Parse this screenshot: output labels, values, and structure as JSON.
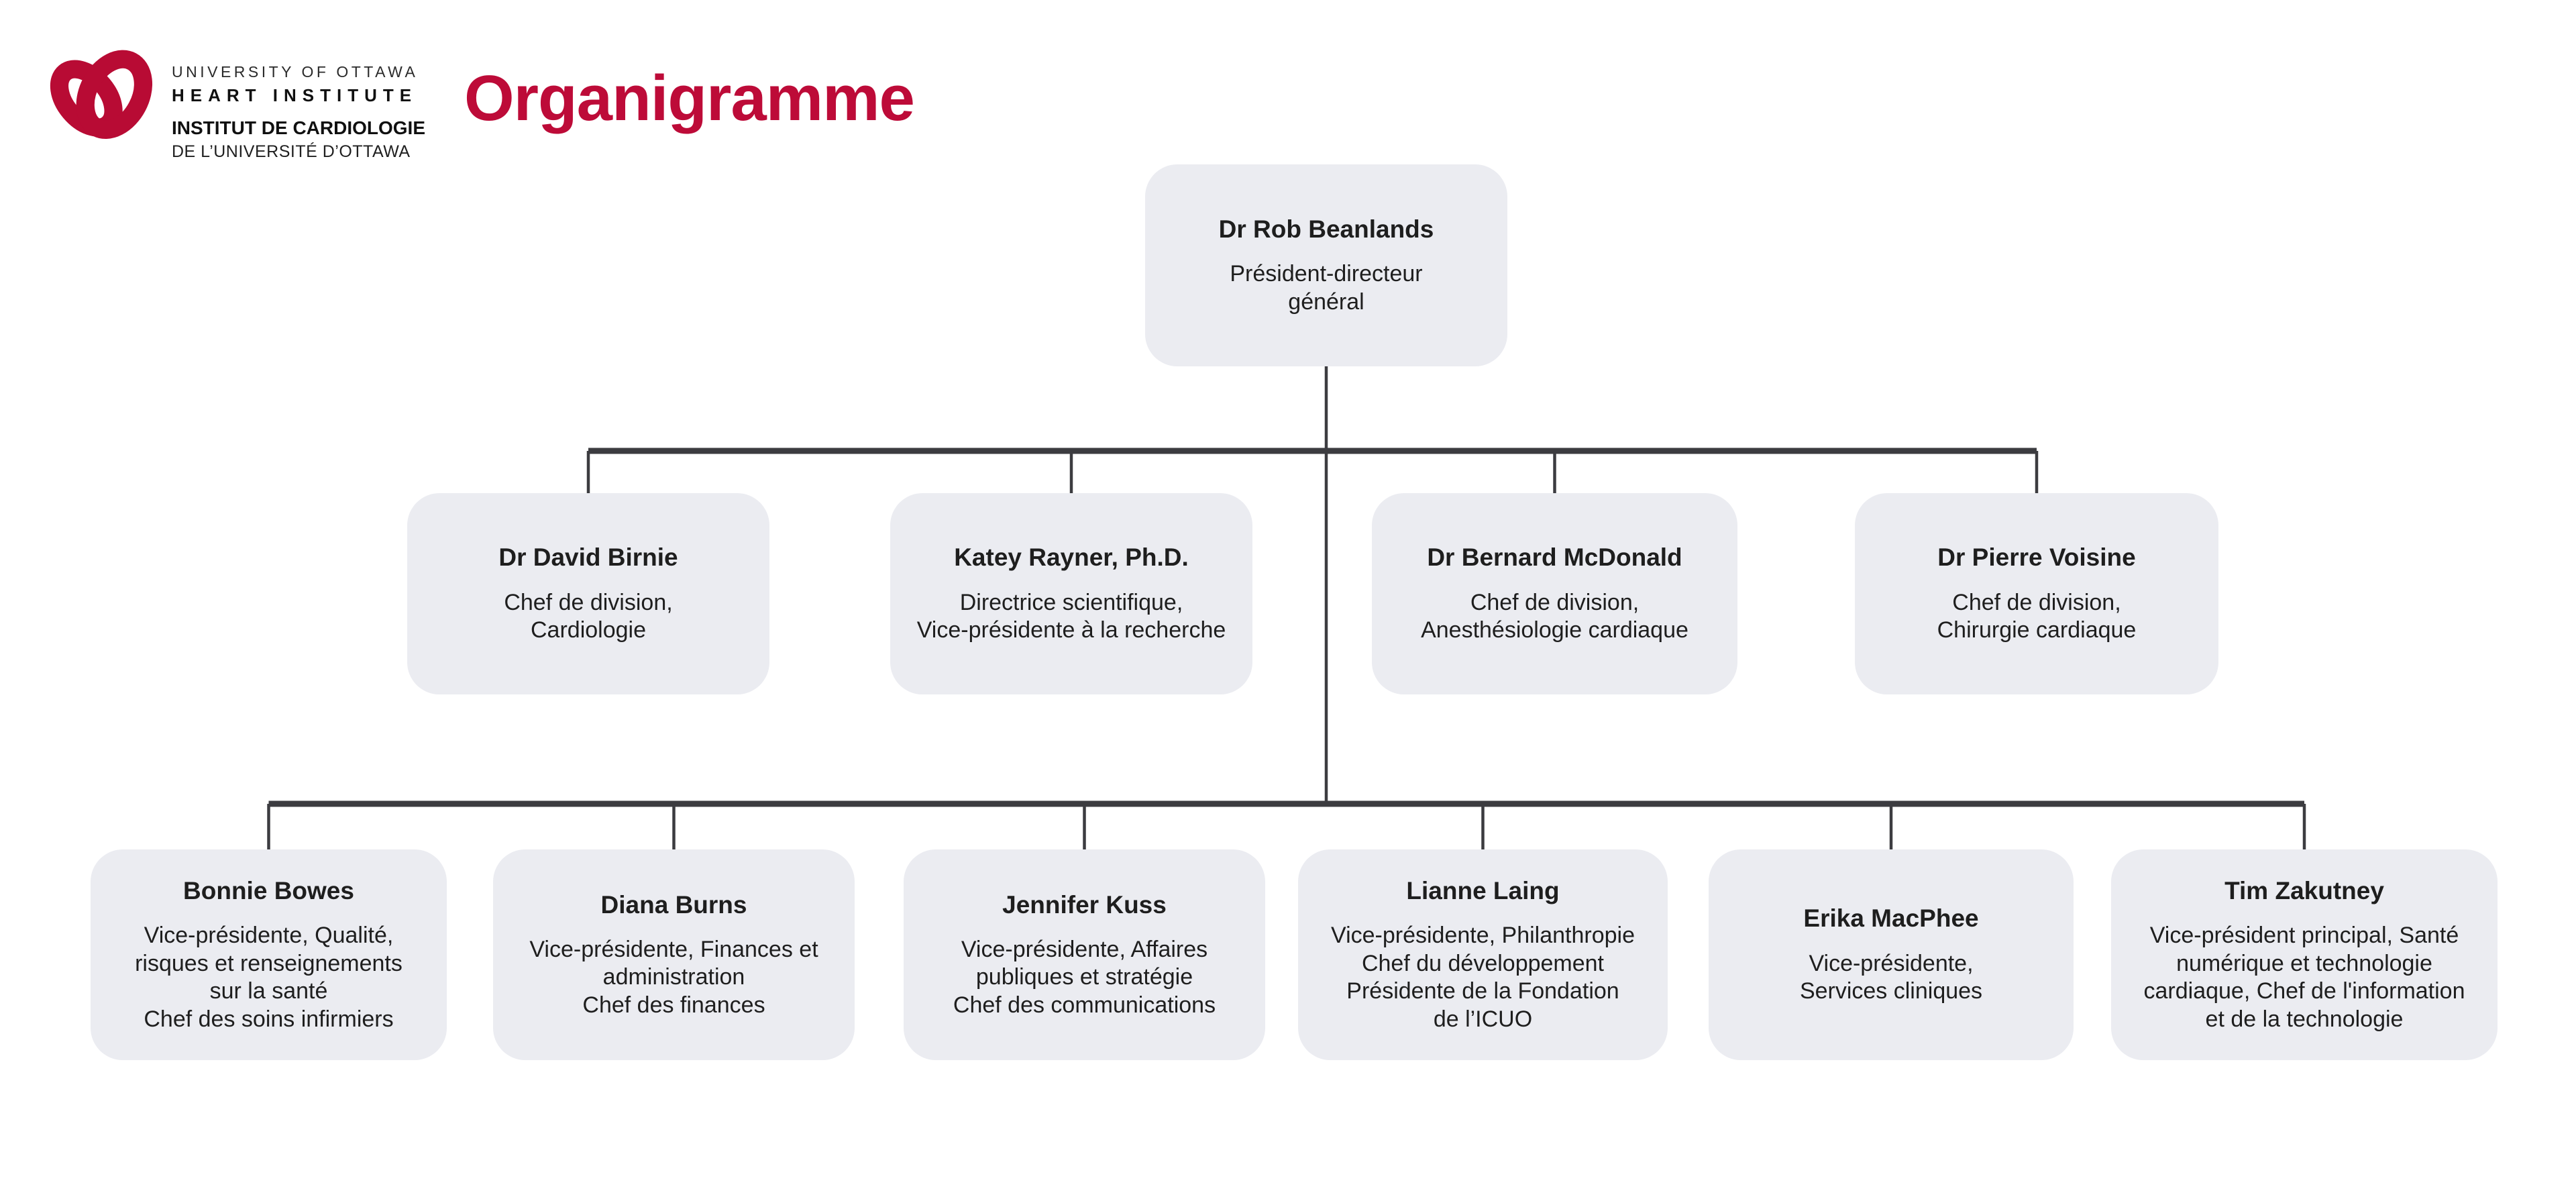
{
  "header": {
    "logo": {
      "line1": "UNIVERSITY OF OTTAWA",
      "line2": "HEART INSTITUTE",
      "line3": "INSTITUT DE CARDIOLOGIE",
      "line4": "DE L’UNIVERSITÉ D’OTTAWA"
    },
    "title": "Organigramme"
  },
  "colors": {
    "brand_red": "#B80B34",
    "title_red": "#BD0B38",
    "box_fill": "#EBECF1",
    "connector": "#3C3C40",
    "text_dark": "#1E1E1E"
  },
  "org": {
    "root": {
      "name": "Dr Rob Beanlands",
      "role": "Président-directeur\ngénéral"
    },
    "level2": [
      {
        "name": "Dr David Birnie",
        "role": "Chef de division,\nCardiologie"
      },
      {
        "name": "Katey Rayner, Ph.D.",
        "role": "Directrice scientifique,\nVice-présidente à la recherche"
      },
      {
        "name": "Dr Bernard McDonald",
        "role": "Chef de division,\nAnesthésiologie cardiaque"
      },
      {
        "name": "Dr Pierre Voisine",
        "role": "Chef de division,\nChirurgie cardiaque"
      }
    ],
    "level3": [
      {
        "name": "Bonnie Bowes",
        "role": "Vice-présidente, Qualité,\nrisques et renseignements\nsur la santé\nChef des soins infirmiers"
      },
      {
        "name": "Diana Burns",
        "role": "Vice-présidente, Finances et\nadministration\nChef des finances"
      },
      {
        "name": "Jennifer Kuss",
        "role": "Vice-présidente, Affaires\npubliques et stratégie\nChef des communications"
      },
      {
        "name": "Lianne Laing",
        "role": "Vice-présidente, Philanthropie\nChef du développement\nPrésidente de la Fondation\nde l’ICUO"
      },
      {
        "name": "Erika MacPhee",
        "role": "Vice-présidente,\nServices cliniques"
      },
      {
        "name": "Tim Zakutney",
        "role": "Vice-président principal, Santé\nnumérique et technologie\ncardiaque, Chef de l'information\net de la technologie"
      }
    ]
  }
}
